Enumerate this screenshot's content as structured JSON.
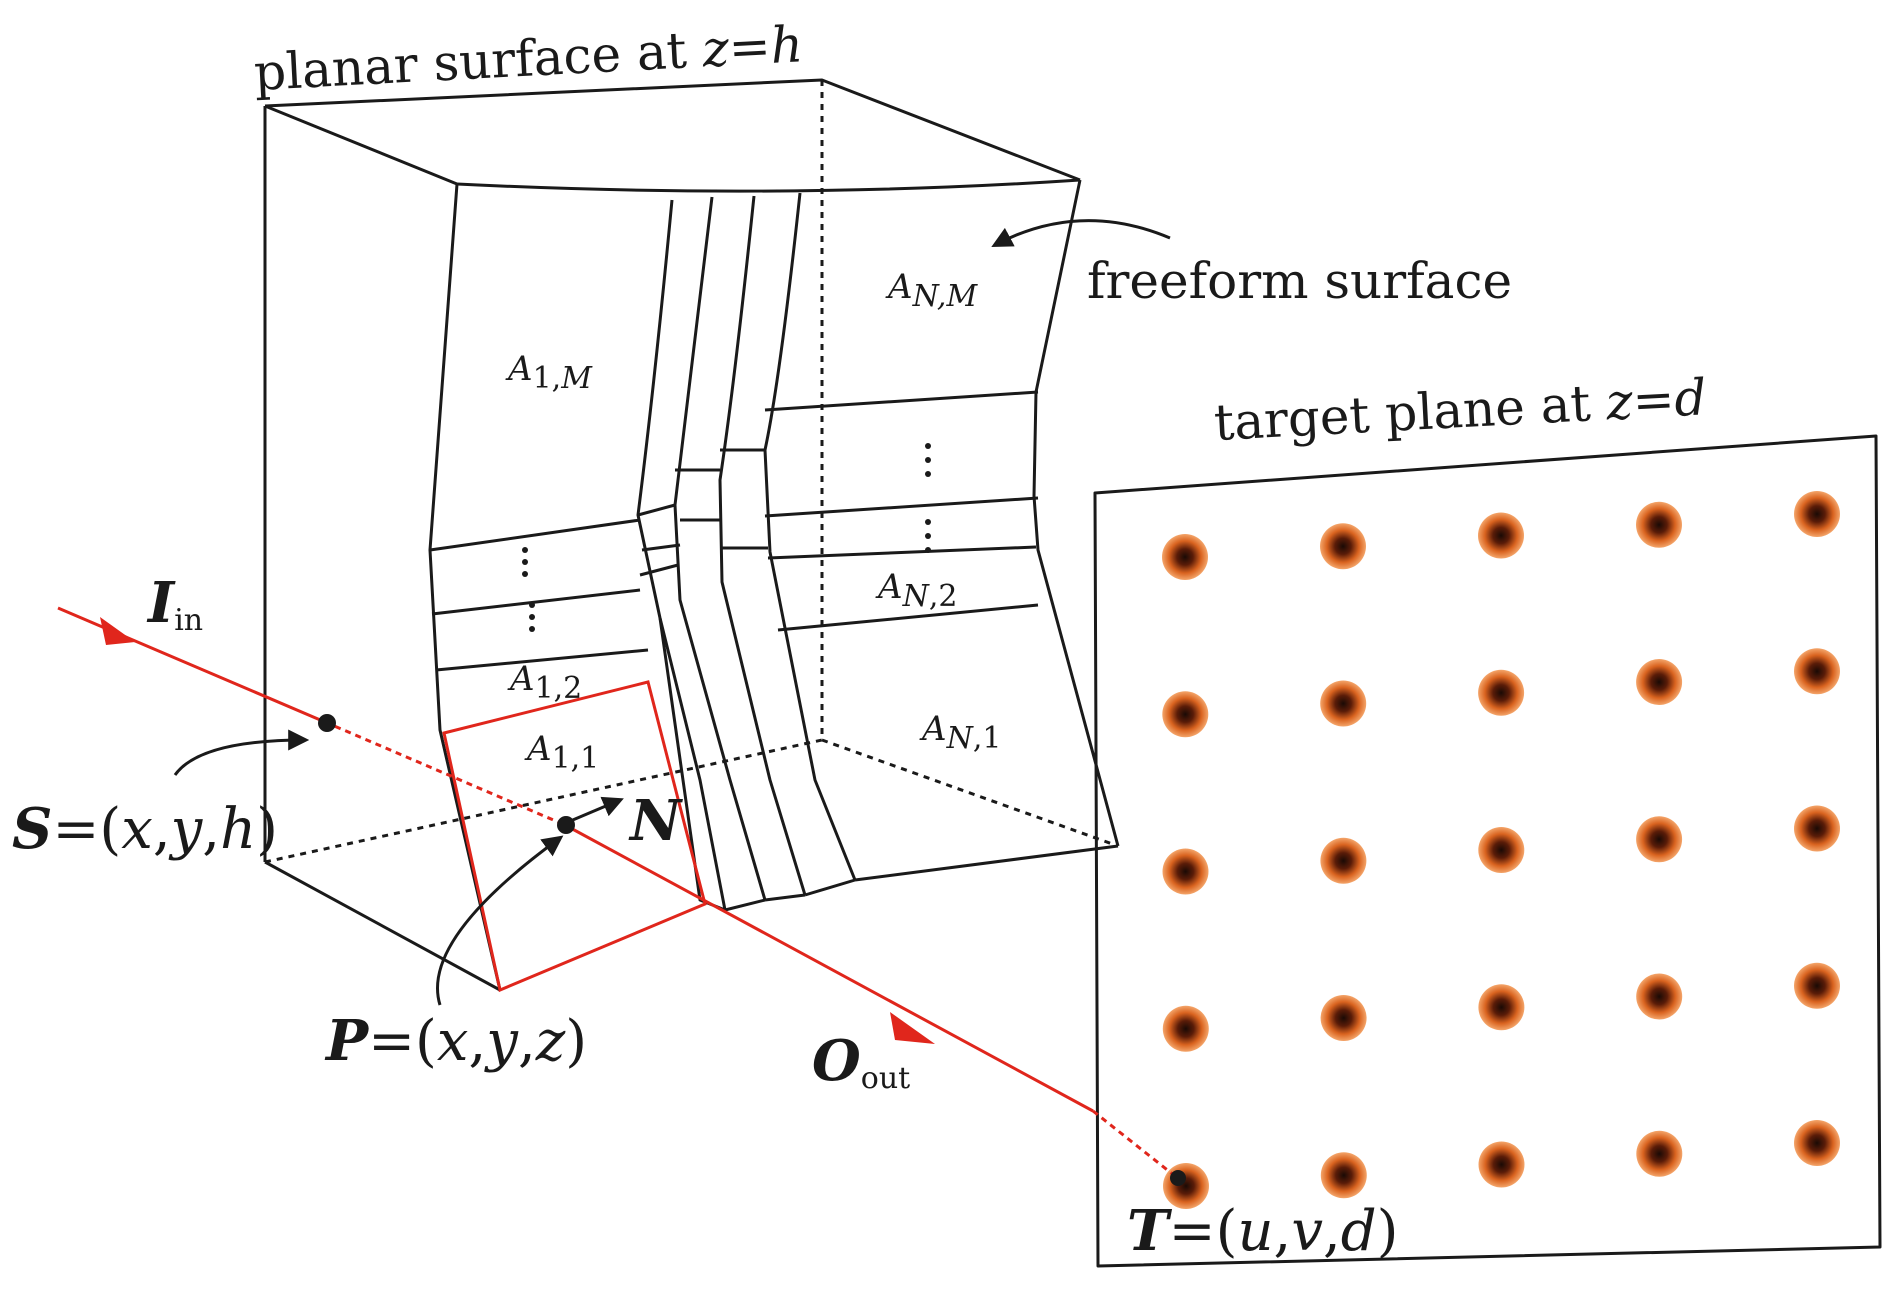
{
  "labels": {
    "planar_surface": {
      "text": "planar surface at ",
      "var": "z",
      "eq": "=",
      "val": "h"
    },
    "freeform_surface": "freeform surface",
    "target_plane": {
      "text": "target plane at ",
      "var": "z",
      "eq": "=",
      "val": "d"
    }
  },
  "patches": {
    "a1m": {
      "base": "A",
      "sub": "1,",
      "sub_var": "M"
    },
    "a12": {
      "base": "A",
      "sub": "1,2"
    },
    "a11": {
      "base": "A",
      "sub": "1,1"
    },
    "anm": {
      "base": "A",
      "sub_var": "N",
      "sub": ",",
      "sub_var2": "M"
    },
    "an2": {
      "base": "A",
      "sub_var": "N",
      "sub": ",2"
    },
    "an1": {
      "base": "A",
      "sub_var": "N",
      "sub": ",1"
    }
  },
  "rays": {
    "incident": {
      "symbol": "I",
      "sub": "in"
    },
    "outgoing": {
      "symbol": "O",
      "sub": "out"
    },
    "normal": {
      "symbol": "N"
    }
  },
  "points": {
    "S": {
      "symbol": "S",
      "eq": "=(",
      "c1": "x",
      "c2": "y",
      "c3": "h",
      "sep": ",",
      "close": ")"
    },
    "P": {
      "symbol": "P",
      "eq": "=(",
      "c1": "x",
      "c2": "y",
      "c3": "z",
      "sep": ",",
      "close": ")"
    },
    "T": {
      "symbol": "T",
      "eq": "=(",
      "c1": "u",
      "c2": "v",
      "c3": "d",
      "sep": ",",
      "close": ")"
    }
  },
  "target_spots": {
    "rows": 5,
    "cols": 5
  },
  "colors": {
    "ray": "#e0261c",
    "spot_outer": "#f08a45",
    "spot_inner": "#1a0a05",
    "line": "#1a1a1a"
  }
}
